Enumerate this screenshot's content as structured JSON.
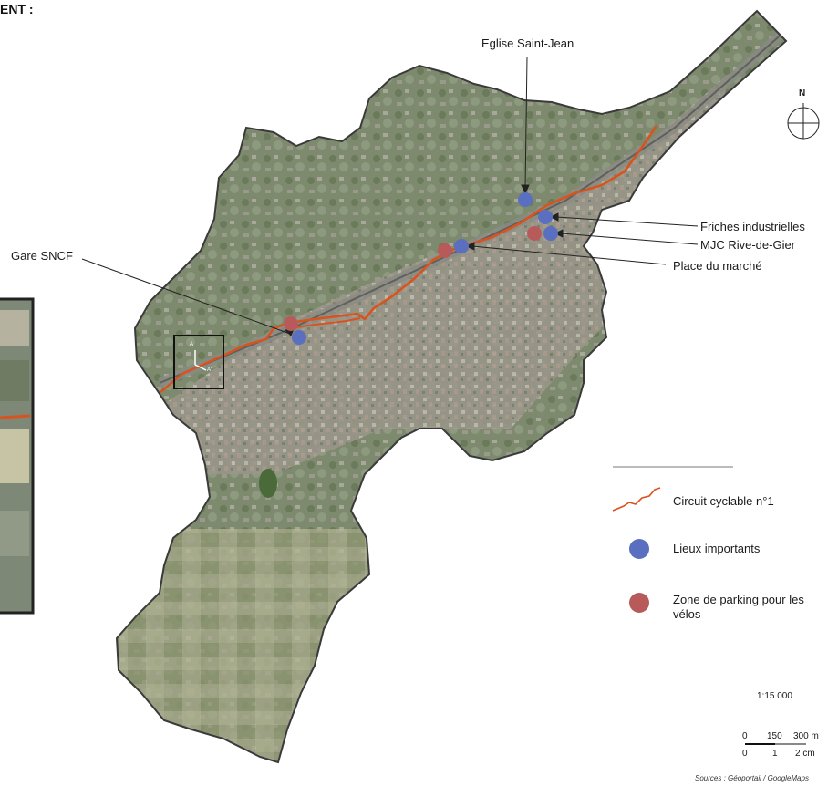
{
  "header_fragment": "ENT :",
  "labels": {
    "eglise": "Eglise Saint-Jean",
    "gare": "Gare SNCF",
    "friches": "Friches industrielles",
    "mjc": "MJC Rive-de-Gier",
    "place": "Place du marché"
  },
  "inset_marks": {
    "a": "A",
    "a_prime": "A'"
  },
  "north": "N",
  "legend": {
    "route": "Circuit cyclable n°1",
    "places": "Lieux importants",
    "parking": "Zone de parking pour les vélos"
  },
  "scale": {
    "ratio": "1:15 000",
    "m_ticks": [
      "0",
      "150",
      "300 m"
    ],
    "cm_ticks": [
      "0",
      "1",
      "2 cm"
    ]
  },
  "sources": "Sources : Géoportail / GoogleMaps",
  "colors": {
    "route": "#d9531e",
    "places": "#5a6fc0",
    "parking": "#b85a5a"
  }
}
